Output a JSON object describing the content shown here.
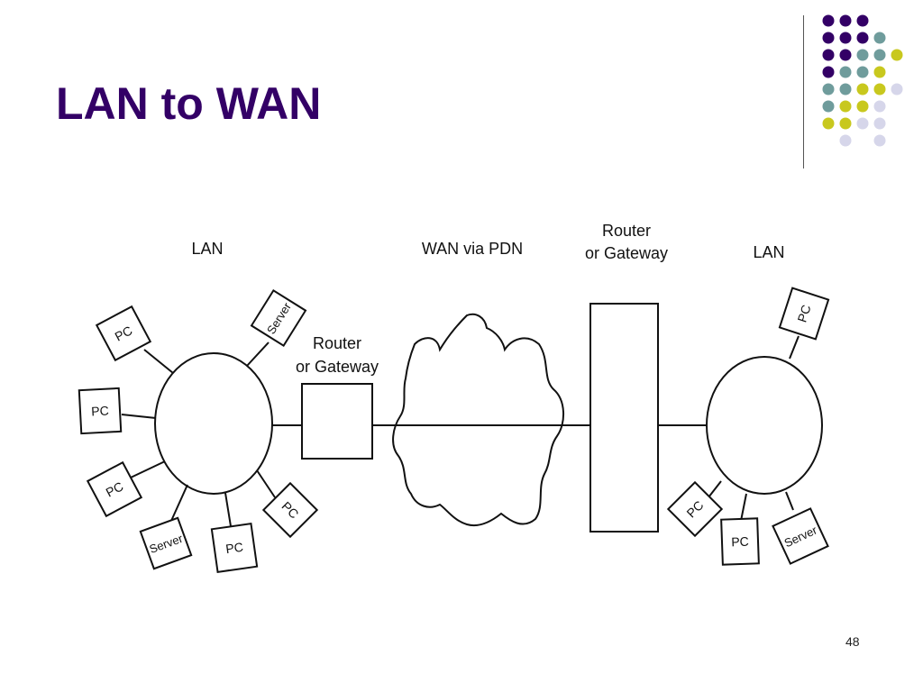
{
  "slide": {
    "title": "LAN to WAN",
    "number": "48"
  },
  "colors": {
    "title": "#330066",
    "dots": [
      "#330066",
      "#6f9c9c",
      "#c8c81e",
      "#d6d6ea"
    ]
  },
  "diagram": {
    "labels": {
      "lan_left": "LAN",
      "lan_right": "LAN",
      "wan": "WAN via PDN",
      "router_left_line1": "Router",
      "router_left_line2": "or Gateway",
      "router_right_line1": "Router",
      "router_right_line2": "or Gateway"
    },
    "left_lan_nodes": {
      "pc1": "PC",
      "pc2": "PC",
      "pc3": "PC",
      "pc4": "PC",
      "pc5": "PC",
      "server1": "Server",
      "server2": "Server"
    },
    "right_lan_nodes": {
      "pc1": "PC",
      "pc2": "PC",
      "pc3": "PC",
      "server1": "Server"
    }
  }
}
